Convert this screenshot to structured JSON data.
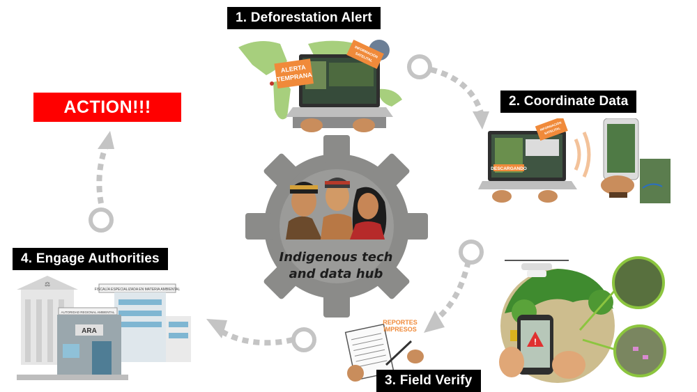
{
  "steps": [
    {
      "label": "1. Deforestation Alert"
    },
    {
      "label": "2. Coordinate Data"
    },
    {
      "label": "3. Field Verify"
    },
    {
      "label": "4. Engage Authorities"
    }
  ],
  "action_label": "ACTION!!!",
  "hub": {
    "line1": "Indigenous tech",
    "line2": "and data hub"
  },
  "illustration_text": {
    "alerta": "ALERTA",
    "temprana": "TEMPRANA",
    "info_sat_1": "INFORMACIÓN",
    "info_sat_2": "SATELITAL",
    "descargando": "DESCARGANDO",
    "reportes": "REPORTES",
    "impresos": "IMPRESOS",
    "building_sign_top": "FISCALÍA ESPECIALIZADA EN MATERIA AMBIENTAL",
    "building_sign_mid": "AUTORIDAD REGIONAL AMBIENTAL",
    "building_ara": "ARA"
  },
  "colors": {
    "gear": "#8b8b89",
    "arrow": "#c4c4c4",
    "action_bg": "#ff0000",
    "label_bg": "#000000"
  }
}
